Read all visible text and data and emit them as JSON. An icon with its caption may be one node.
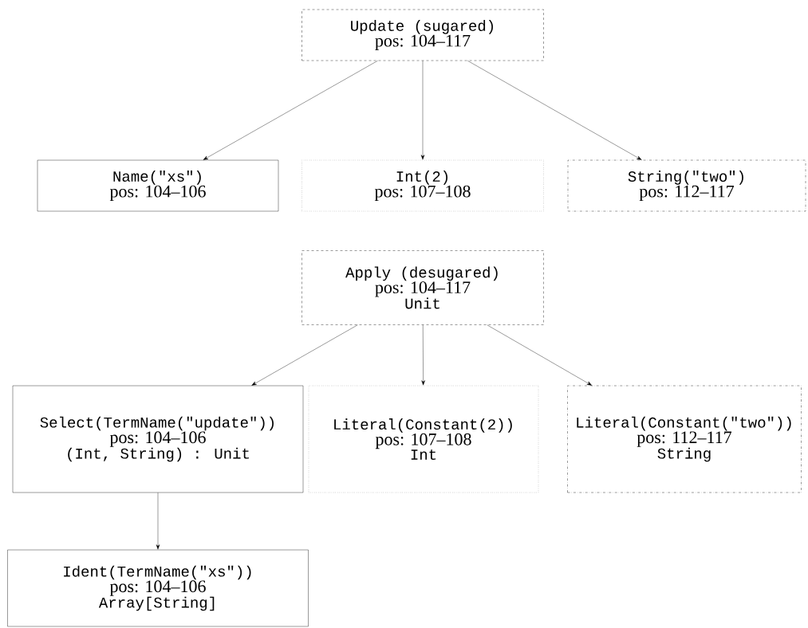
{
  "diagram": {
    "nodes": [
      {
        "text": [
          "Update (sugared)",
          "pos: 104–117"
        ]
      },
      {
        "text": [
          "Name(\"xs\")",
          "pos: 104–106"
        ]
      },
      {
        "text": [
          "Int(2)",
          "pos: 107–108"
        ]
      },
      {
        "text": [
          "String(\"two\")",
          "pos: 112–117"
        ]
      },
      {
        "text": [
          "Apply (desugared)",
          "pos: 104–117",
          "Unit"
        ]
      },
      {
        "text": [
          "Select(TermName(\"update\"))",
          "pos: 104–106",
          "(Int, String) : Unit"
        ]
      },
      {
        "text": [
          "Literal(Constant(2))",
          "pos: 107–108",
          "Int"
        ]
      },
      {
        "text": [
          "Literal(Constant(\"two\"))",
          "pos: 112–117",
          "String"
        ]
      },
      {
        "text": [
          "Ident(TermName(\"xs\"))",
          "pos: 104–106",
          "Array[String]"
        ]
      }
    ],
    "edges": [
      {
        "from": 0,
        "to": 1,
        "arrow": "to"
      },
      {
        "from": 0,
        "to": 2,
        "arrow": "to"
      },
      {
        "from": 0,
        "to": 3,
        "arrow": "to"
      },
      {
        "from": 4,
        "to": 5,
        "arrow": "to"
      },
      {
        "from": 4,
        "to": 6,
        "arrow": "to"
      },
      {
        "from": 4,
        "to": 7,
        "arrow": "to"
      },
      {
        "from": 5,
        "to": 8,
        "arrow": "to"
      }
    ]
  }
}
